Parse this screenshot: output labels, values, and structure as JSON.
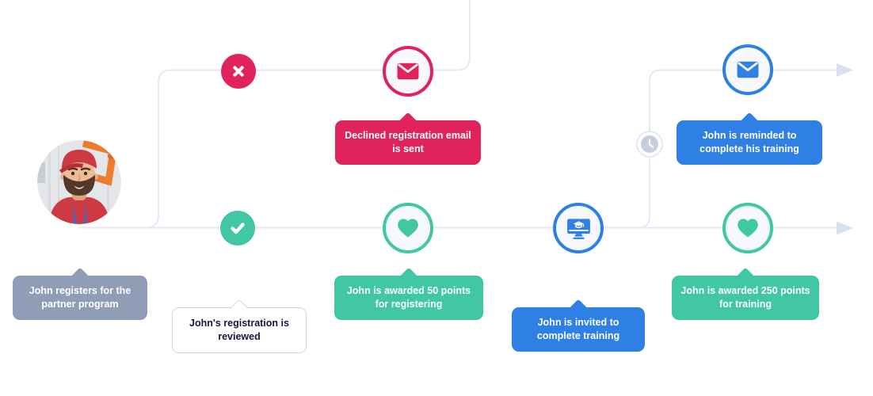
{
  "palette": {
    "pink": "#e0235c",
    "green": "#41c7a4",
    "blue": "#2e80e4",
    "slate": "#8f9db6",
    "line": "#e4e9f5",
    "arrow": "#d9e1f1",
    "node_fill": "#f7f9fd",
    "clock": "#c5cde1",
    "bubble_border": "#ccd4e9",
    "dark_text": "#16163f"
  },
  "callouts": {
    "register": "John registers for the partner program",
    "reviewed": "John's registration is reviewed",
    "declined_email": "Declined registration email is sent",
    "points_50": "John is awarded 50 points for registering",
    "invite_training": "John is invited to complete training",
    "reminder": "John is reminded to complete his training",
    "points_250": "John is awarded 250 points for training"
  },
  "icons": {
    "decline": "x-icon",
    "approve": "check-icon",
    "declined_email": "mail-icon",
    "points": "heart-icon",
    "training": "elearning-monitor-icon",
    "delay": "clock-icon",
    "reminder_email": "mail-icon",
    "flow_end": "arrow-right-icon"
  }
}
